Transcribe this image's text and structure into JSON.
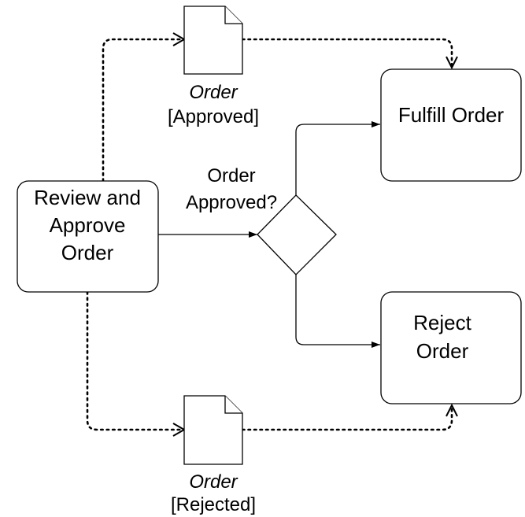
{
  "tasks": {
    "review": {
      "lines": [
        "Review and",
        "Approve",
        "Order"
      ]
    },
    "fulfill": {
      "lines": [
        "Fulfill Order"
      ]
    },
    "reject": {
      "lines": [
        "Reject",
        "Order"
      ]
    }
  },
  "gateway": {
    "lines": [
      "Order",
      "Approved?"
    ]
  },
  "data_objects": {
    "approved": {
      "name": "Order",
      "state": "[Approved]"
    },
    "rejected": {
      "name": "Order",
      "state": "[Rejected]"
    }
  }
}
